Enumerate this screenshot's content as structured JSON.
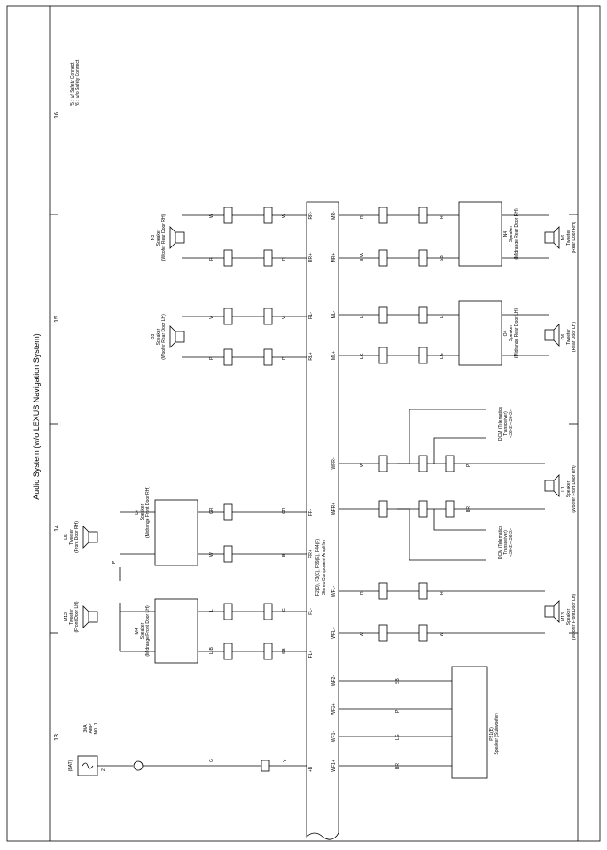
{
  "page": {
    "title": "Audio System (w/o LEXUS Navigation System)",
    "notes": [
      "*5 : w/ Safety Connect",
      "*6 : w/o Safety Connect"
    ],
    "grid_numbers": [
      "13",
      "14",
      "15",
      "16"
    ]
  },
  "fuse": {
    "name_lines": [
      "30A",
      "AMP",
      "NO. 1"
    ],
    "source": "(BAT)",
    "pin": "2"
  },
  "amplifier": {
    "label_lines": [
      "F2(D), F3(C), F39(E), F44(F)",
      "Stereo Component Amplifier"
    ],
    "upper_pins": [
      "+B",
      "FL+",
      "FL-",
      "FR+",
      "FR-",
      "RL+",
      "RL-",
      "RR+",
      "RR-"
    ],
    "lower_pins": [
      "WF1+",
      "WF1-",
      "WF2+",
      "WF2-",
      "WFL+",
      "WFL-",
      "WFR+",
      "WFR-",
      "ML+",
      "ML-",
      "MR+",
      "MR-"
    ]
  },
  "upper_components": [
    {
      "ref": "M12",
      "lines": [
        "Tweeter",
        "(Front Door LH)"
      ]
    },
    {
      "ref": "M4",
      "lines": [
        "Speaker",
        "(Midrange Front Door LH)"
      ]
    },
    {
      "ref": "L5",
      "lines": [
        "Tweeter",
        "(Front Door RH)"
      ]
    },
    {
      "ref": "L4",
      "lines": [
        "Speaker",
        "(Midrange Front Door RH)"
      ]
    },
    {
      "ref": "O3",
      "lines": [
        "Speaker",
        "(Woofer Rear Door LH)"
      ]
    },
    {
      "ref": "N3",
      "lines": [
        "Speaker",
        "(Woofer Rear Door RH)"
      ]
    }
  ],
  "lower_components": [
    {
      "ref": "P21(B)",
      "lines": [
        "Speaker (Subwoofer)"
      ]
    },
    {
      "ref": "M13",
      "lines": [
        "Speaker",
        "(Woofer Front Door LH)"
      ]
    },
    {
      "ref": "L1",
      "lines": [
        "Speaker",
        "(Woofer Front Door RH)"
      ]
    },
    {
      "ref": "O4",
      "lines": [
        "Speaker",
        "(Midrange Rear Door LH)"
      ]
    },
    {
      "ref": "O6",
      "lines": [
        "Tweeter",
        "(Rear Door LH)"
      ]
    },
    {
      "ref": "N4",
      "lines": [
        "Speaker",
        "(Midrange Rear Door RH)"
      ]
    },
    {
      "ref": "N6",
      "lines": [
        "Tweeter",
        "(Rear Door RH)"
      ]
    }
  ],
  "dcm_refs": [
    {
      "lines": [
        "DCM (Telematics",
        "Transceiver)",
        "<36-2><36-3>"
      ]
    },
    {
      "lines": [
        "DCM (Telematics",
        "Transceiver)",
        "<36-2><36-3>"
      ]
    }
  ],
  "wire_colors": [
    "W",
    "R",
    "B",
    "GR",
    "V",
    "P",
    "L",
    "LG",
    "SB",
    "BR",
    "L-B",
    "B-W",
    "Y",
    "G"
  ]
}
